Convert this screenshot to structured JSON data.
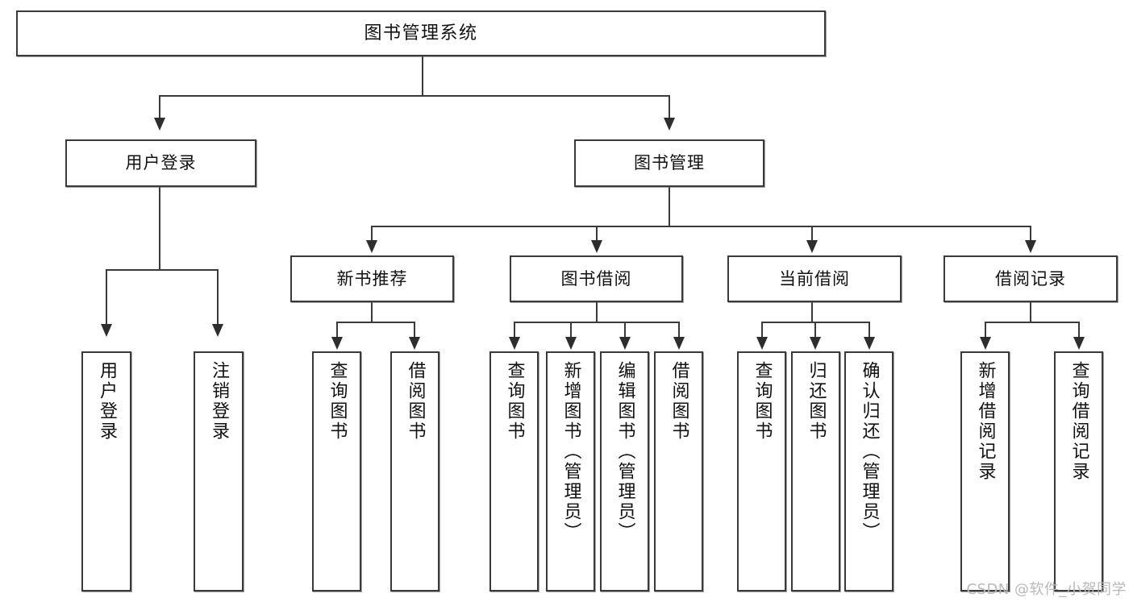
{
  "diagram": {
    "title": "图书管理系统",
    "type": "tree",
    "root": {
      "label": "图书管理系统"
    },
    "level1": [
      {
        "label": "用户登录"
      },
      {
        "label": "图书管理"
      }
    ],
    "level2": [
      {
        "label": "新书推荐"
      },
      {
        "label": "图书借阅"
      },
      {
        "label": "当前借阅"
      },
      {
        "label": "借阅记录"
      }
    ],
    "leaves": {
      "user_login": [
        {
          "label": "用户登录"
        },
        {
          "label": "注销登录"
        }
      ],
      "new_book_recommend": [
        {
          "label": "查询图书"
        },
        {
          "label": "借阅图书"
        }
      ],
      "book_borrow": [
        {
          "label": "查询图书"
        },
        {
          "label": "新增图书（管理员）"
        },
        {
          "label": "编辑图书（管理员）"
        },
        {
          "label": "借阅图书"
        }
      ],
      "current_borrow": [
        {
          "label": "查询图书"
        },
        {
          "label": "归还图书"
        },
        {
          "label": "确认归还（管理员）"
        }
      ],
      "borrow_record": [
        {
          "label": "新增借阅记录"
        },
        {
          "label": "查询借阅记录"
        }
      ]
    }
  },
  "watermark": {
    "text": "CSDN @软件_小贺同学"
  },
  "colors": {
    "stroke": "#3a3a3a",
    "text": "#111111",
    "background": "#ffffff",
    "watermark": "#b9b9b9"
  }
}
